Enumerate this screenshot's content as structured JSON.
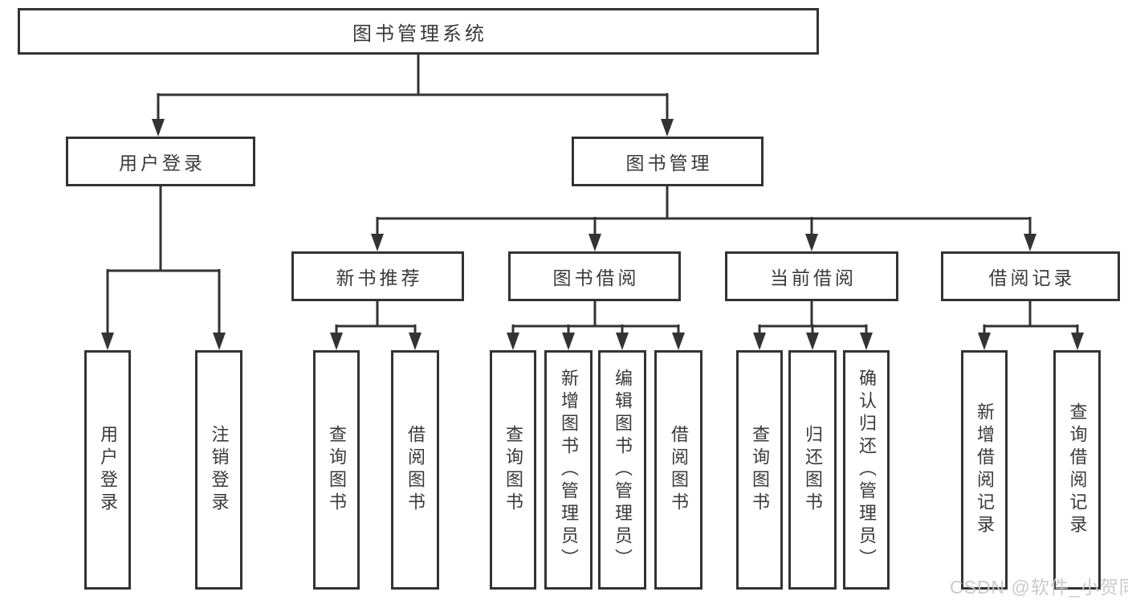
{
  "diagram": {
    "root": "图书管理系统",
    "level2": [
      "用户登录",
      "图书管理"
    ],
    "level3": [
      "新书推荐",
      "图书借阅",
      "当前借阅",
      "借阅记录"
    ],
    "leaves_user": [
      "用户登录",
      "注销登录"
    ],
    "leaves_recommend": [
      "查询图书",
      "借阅图书"
    ],
    "leaves_borrow": [
      "查询图书",
      "新增图书（管理员）",
      "编辑图书（管理员）",
      "借阅图书"
    ],
    "leaves_current": [
      "查询图书",
      "归还图书",
      "确认归还（管理员）"
    ],
    "leaves_records": [
      "新增借阅记录",
      "查询借阅记录"
    ],
    "colors": {
      "line": "#333333",
      "text": "#3a3a3a",
      "background": "#ffffff",
      "watermark": "#c6c6c6"
    }
  },
  "watermark": "CSDN @软件_小贺同学"
}
